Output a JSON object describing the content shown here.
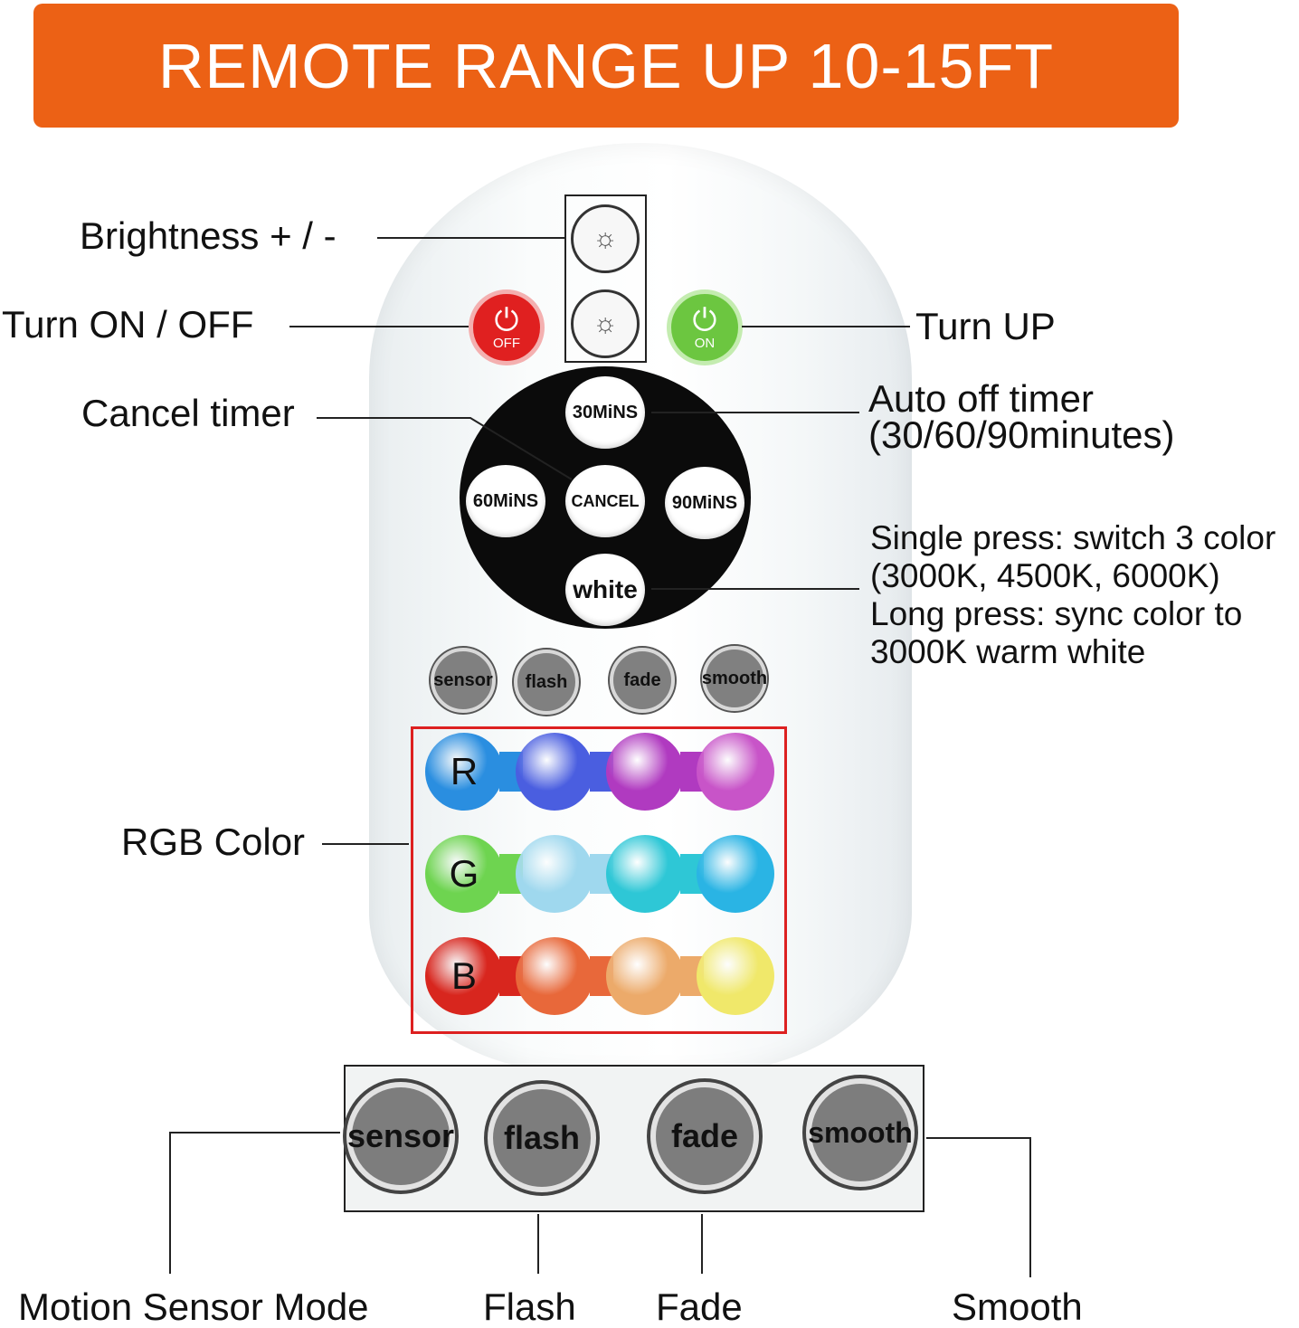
{
  "banner": {
    "text": "REMOTE RANGE UP 10-15FT",
    "color": "#ec6115"
  },
  "labels": {
    "brightness": "Brightness + / -",
    "power": "Turn ON / OFF",
    "turn_up": "Turn UP",
    "cancel_timer": "Cancel timer",
    "auto_off_line1": "Auto off timer",
    "auto_off_line2": "(30/60/90minutes)",
    "white_desc_line1": "Single press: switch 3 color",
    "white_desc_line2": "(3000K, 4500K, 6000K)",
    "white_desc_line3": "Long press: sync color to",
    "white_desc_line4": "3000K warm white",
    "rgb": "RGB Color",
    "motion": "Motion Sensor Mode",
    "flash": "Flash",
    "fade": "Fade",
    "smooth": "Smooth"
  },
  "remote": {
    "off_button": "OFF",
    "on_button": "ON",
    "timer_30": "30MiNS",
    "timer_60": "60MiNS",
    "timer_90": "90MiNS",
    "cancel": "CANCEL",
    "white": "white",
    "modes": [
      "sensor",
      "flash",
      "fade",
      "smooth"
    ],
    "rgb_rows": [
      {
        "letter": "R",
        "colors": [
          "#2a8ee0",
          "#4a5ee0",
          "#b03ac0",
          "#c854c8"
        ]
      },
      {
        "letter": "G",
        "colors": [
          "#6ed450",
          "#9fd8ee",
          "#2ec7d6",
          "#2ab4e4"
        ]
      },
      {
        "letter": "B",
        "colors": [
          "#d8261e",
          "#e8683a",
          "#ecaa6a",
          "#f0e86a"
        ]
      }
    ]
  },
  "colors": {
    "power_off": "#e02020",
    "power_on": "#6cc640",
    "rgb_border": "#dd2020"
  }
}
